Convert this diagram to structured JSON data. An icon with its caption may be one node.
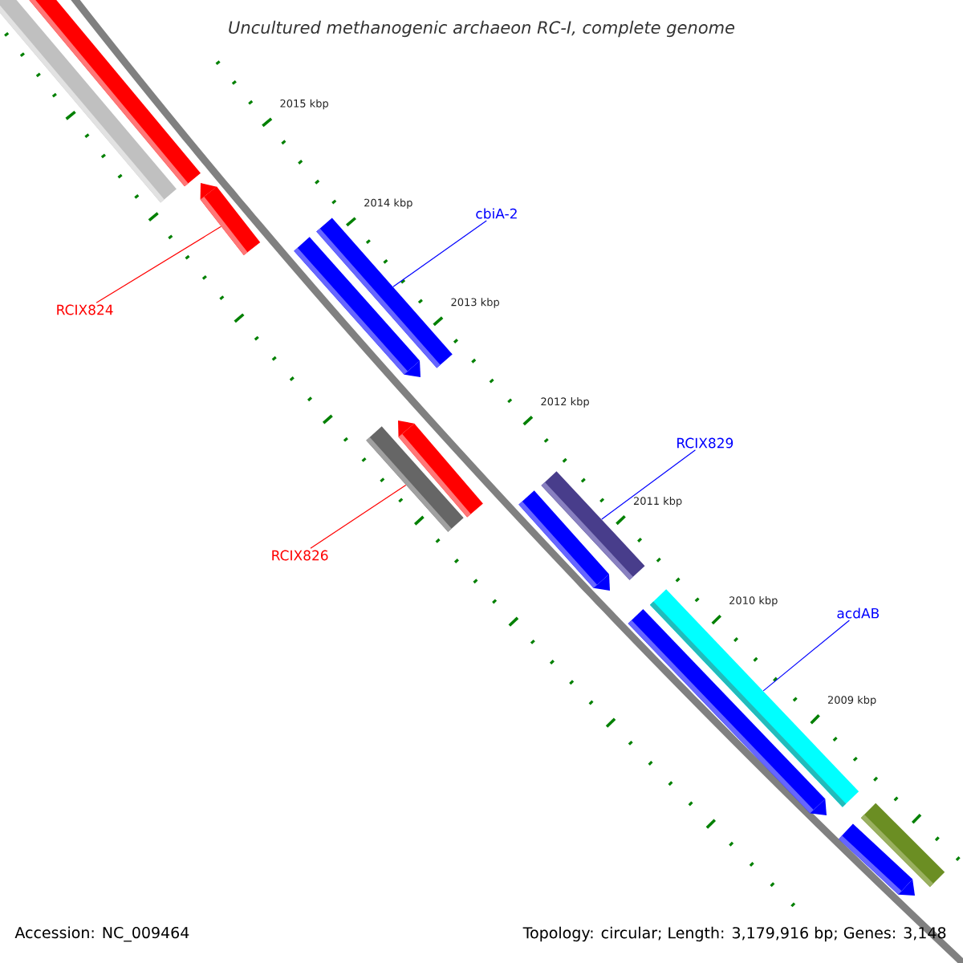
{
  "diagram": {
    "title": "Uncultured methanogenic archaeon RC-I, complete genome",
    "nodes": [
      {
        "text": [],
        "shape": "bar"
      },
      {
        "text": [
          "cbiA-2"
        ]
      },
      {
        "text": [],
        "shape": "bar"
      },
      {
        "text": [
          "RCIX824"
        ]
      },
      {
        "text": [],
        "shape": "bar"
      },
      {
        "text": [
          "RCIX829"
        ]
      },
      {
        "text": [],
        "shape": "bar"
      },
      {
        "text": [
          "RCIX826"
        ]
      },
      {
        "text": [
          "acdAB"
        ]
      },
      {
        "text": [],
        "shape": "bar"
      }
    ],
    "edges": [
      {
        "from": 3,
        "to": 0,
        "arrow": "none",
        "color": "#ff0000"
      },
      {
        "from": 1,
        "to": 2,
        "arrow": "none"
      },
      {
        "from": 7,
        "to": 4,
        "arrow": "none",
        "color": "#ff0000"
      },
      {
        "from": 5,
        "to": 6,
        "arrow": "none"
      },
      {
        "from": 8,
        "to": 9,
        "arrow": "none"
      }
    ],
    "labels": [
      "2015 kbp",
      "2014 kbp",
      "2013 kbp",
      "2012 kbp",
      "2011 kbp",
      "2010 kbp",
      "2009 kbp",
      "Accession: NC_009464",
      "Topology: circular; Length: 3,179,916 bp; Genes: 3,148"
    ]
  }
}
